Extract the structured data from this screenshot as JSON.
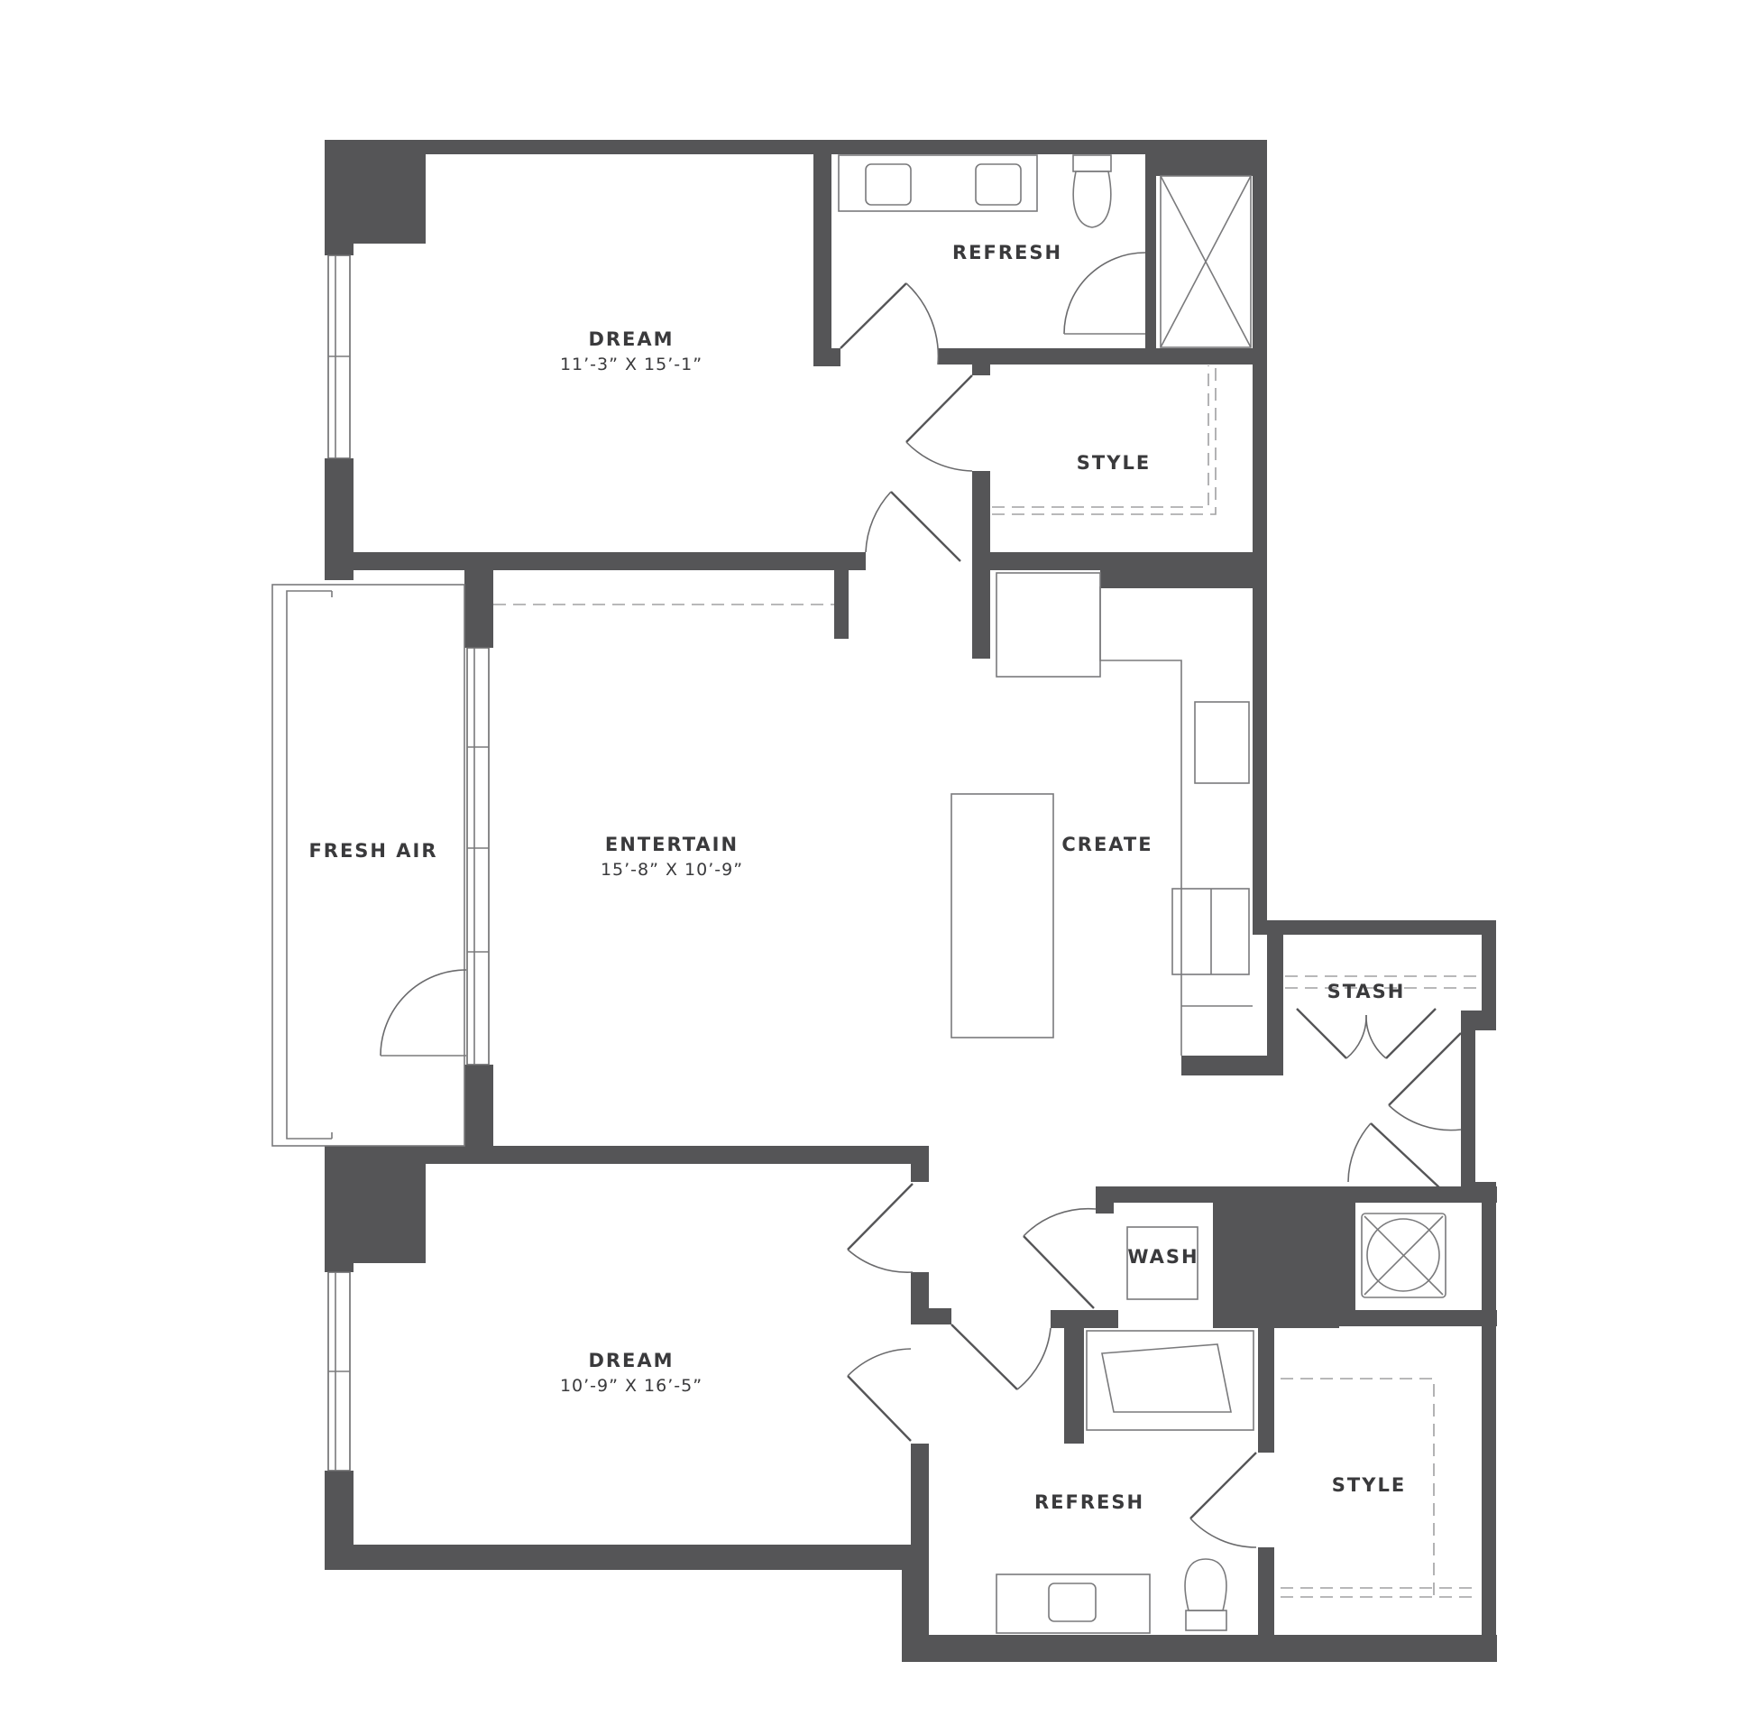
{
  "rooms": {
    "dream_top": {
      "name": "DREAM",
      "dims": "11’-3” X 15’-1”"
    },
    "refresh_top": {
      "name": "REFRESH"
    },
    "style_top": {
      "name": "STYLE"
    },
    "fresh_air": {
      "name": "FRESH AIR"
    },
    "entertain": {
      "name": "ENTERTAIN",
      "dims": "15’-8” X 10’-9”"
    },
    "create": {
      "name": "CREATE"
    },
    "stash": {
      "name": "STASH"
    },
    "wash": {
      "name": "WASH"
    },
    "dream_bottom": {
      "name": "DREAM",
      "dims": "10’-9” X 16’-5”"
    },
    "refresh_bottom": {
      "name": "REFRESH"
    },
    "style_bottom": {
      "name": "STYLE"
    }
  },
  "colors": {
    "wall": "#555557",
    "fixture": "#7a7a7c",
    "text": "#3a3a3c"
  }
}
